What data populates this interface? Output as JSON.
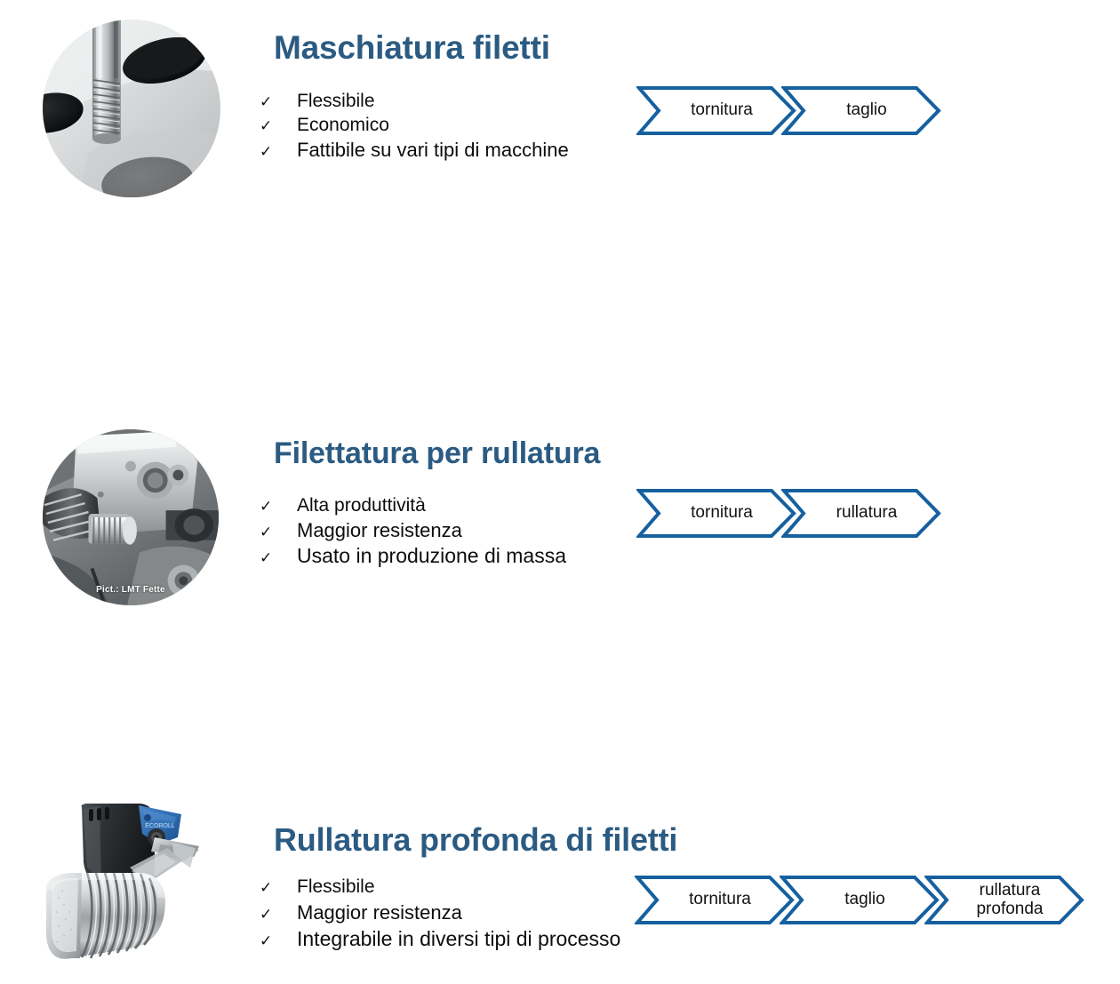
{
  "slide": {
    "background_color": "#ffffff",
    "heading_color": "#2B5B82",
    "accent_color": "#16609F",
    "text_color": "#0d0d0d"
  },
  "sections": [
    {
      "id": "tapping",
      "heading": "Maschiatura filetti",
      "bullets": [
        "Flessibile",
        "Economico",
        "Fattibile su vari tipi di macchine"
      ],
      "tick_glyph": "✓",
      "image": {
        "name": "tap-in-workpiece-photo",
        "caption": ""
      },
      "flow": [
        {
          "label": "tornitura"
        },
        {
          "label": "taglio"
        }
      ]
    },
    {
      "id": "thread-rolling",
      "heading": "Filettatura per rullatura",
      "bullets": [
        "Alta produttività",
        "Maggior resistenza",
        "Usato in produzione di massa"
      ],
      "tick_glyph": "✓",
      "image": {
        "name": "thread-rolling-head-photo",
        "caption": "Pict.: LMT Fette"
      },
      "flow": [
        {
          "label": "tornitura"
        },
        {
          "label": "rullatura"
        }
      ]
    },
    {
      "id": "deep-rolling",
      "heading": "Rullatura profonda di filetti",
      "bullets": [
        "Flessibile",
        "Maggior resistenza",
        "Integrabile in diversi tipi di processo"
      ],
      "tick_glyph": "✓",
      "image": {
        "name": "deep-rolling-tool-photo",
        "caption": ""
      },
      "flow": [
        {
          "label": "tornitura"
        },
        {
          "label": "taglio"
        },
        {
          "label": "rullatura\nprofonda"
        }
      ]
    }
  ]
}
